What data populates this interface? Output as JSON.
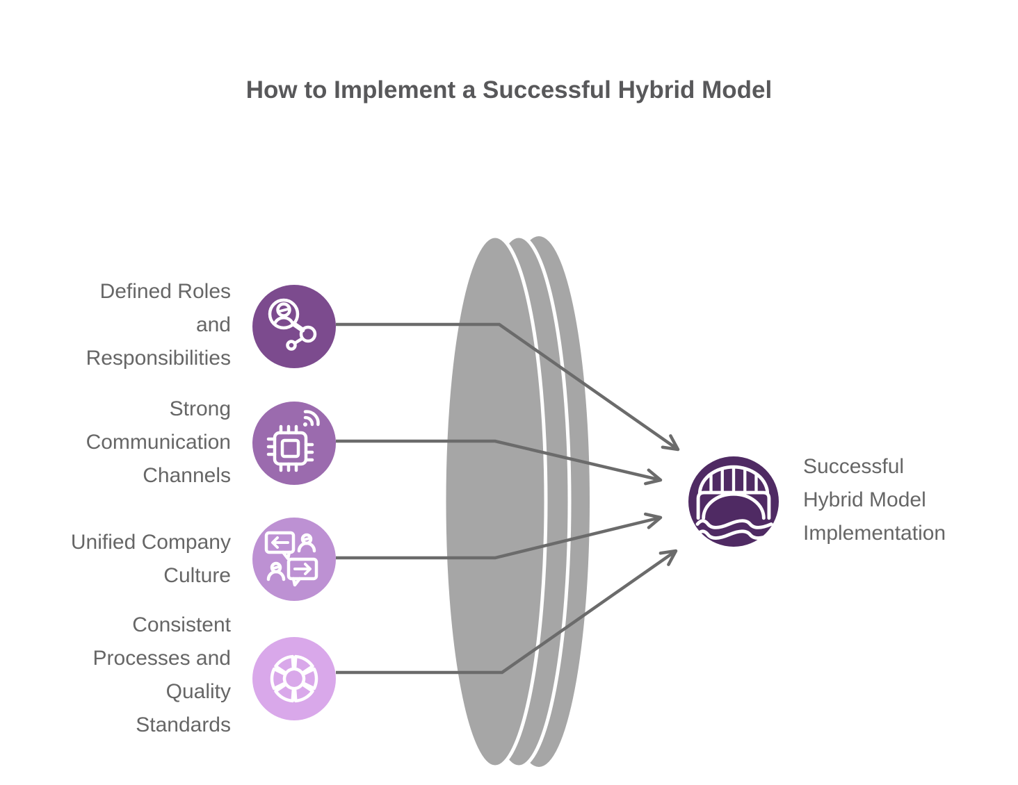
{
  "title": "How to Implement a Successful Hybrid Model",
  "items": [
    {
      "label": "Defined Roles\nand\nResponsibilities",
      "icon": "person-network-icon"
    },
    {
      "label": "Strong\nCommunication\nChannels",
      "icon": "chip-wifi-icon"
    },
    {
      "label": "Unified Company\nCulture",
      "icon": "chat-exchange-icon"
    },
    {
      "label": "Consistent\nProcesses and\nQuality\nStandards",
      "icon": "segmented-wheel-icon"
    }
  ],
  "result": {
    "label": "Successful\nHybrid Model\nImplementation",
    "icon": "bridge-icon"
  },
  "colors": {
    "title-color": "#58585a",
    "label-color": "#666666",
    "connector-color": "#6b6b6b",
    "lens-color": "#a6a6a6",
    "item1-bg": "#7c4b8e",
    "item2-bg": "#9b6bae",
    "item3-bg": "#bd91d3",
    "item4-bg": "#d9a8ea",
    "result-bg": "#4f2a63",
    "icon-stroke": "#ffffff"
  }
}
